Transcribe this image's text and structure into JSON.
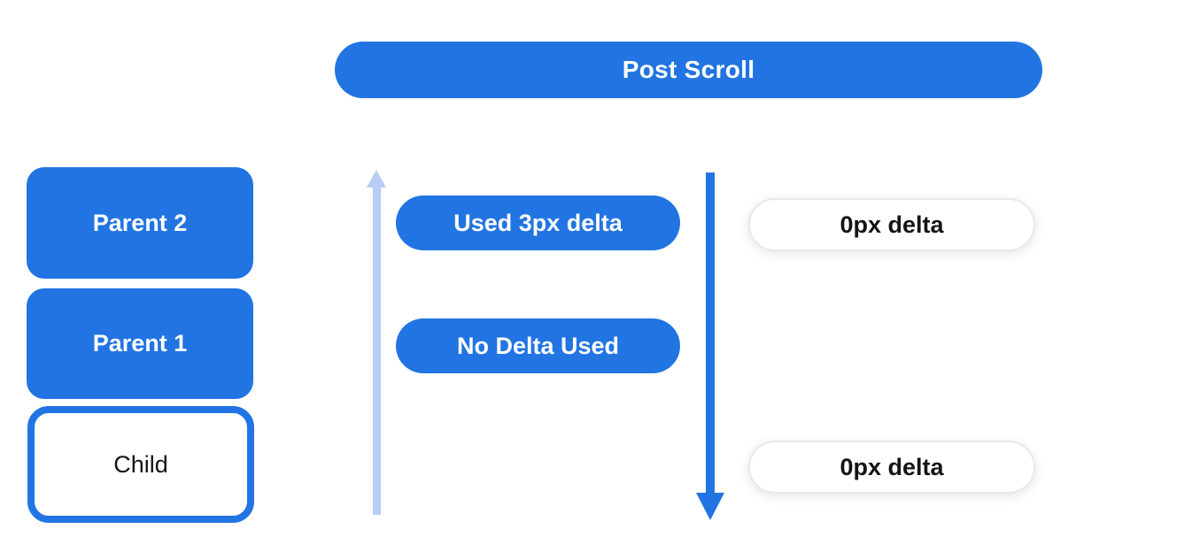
{
  "colors": {
    "primary_blue": "#2174e2",
    "light_blue": "#b7cdf5",
    "pill_border": "#e9e9e9",
    "text_dark": "#141414",
    "background": "#ffffff"
  },
  "header": {
    "label": "Post Scroll"
  },
  "view_stack": {
    "boxes": [
      {
        "label": "Parent 2",
        "variant": "filled"
      },
      {
        "label": "Parent 1",
        "variant": "filled"
      },
      {
        "label": "Child",
        "variant": "outlined"
      }
    ]
  },
  "scroll_flow": {
    "delta_events": [
      {
        "label": "Used 3px delta"
      },
      {
        "label": "No Delta Used"
      }
    ]
  },
  "delta_results": [
    {
      "label": "0px delta"
    },
    {
      "label": "0px delta"
    }
  ]
}
